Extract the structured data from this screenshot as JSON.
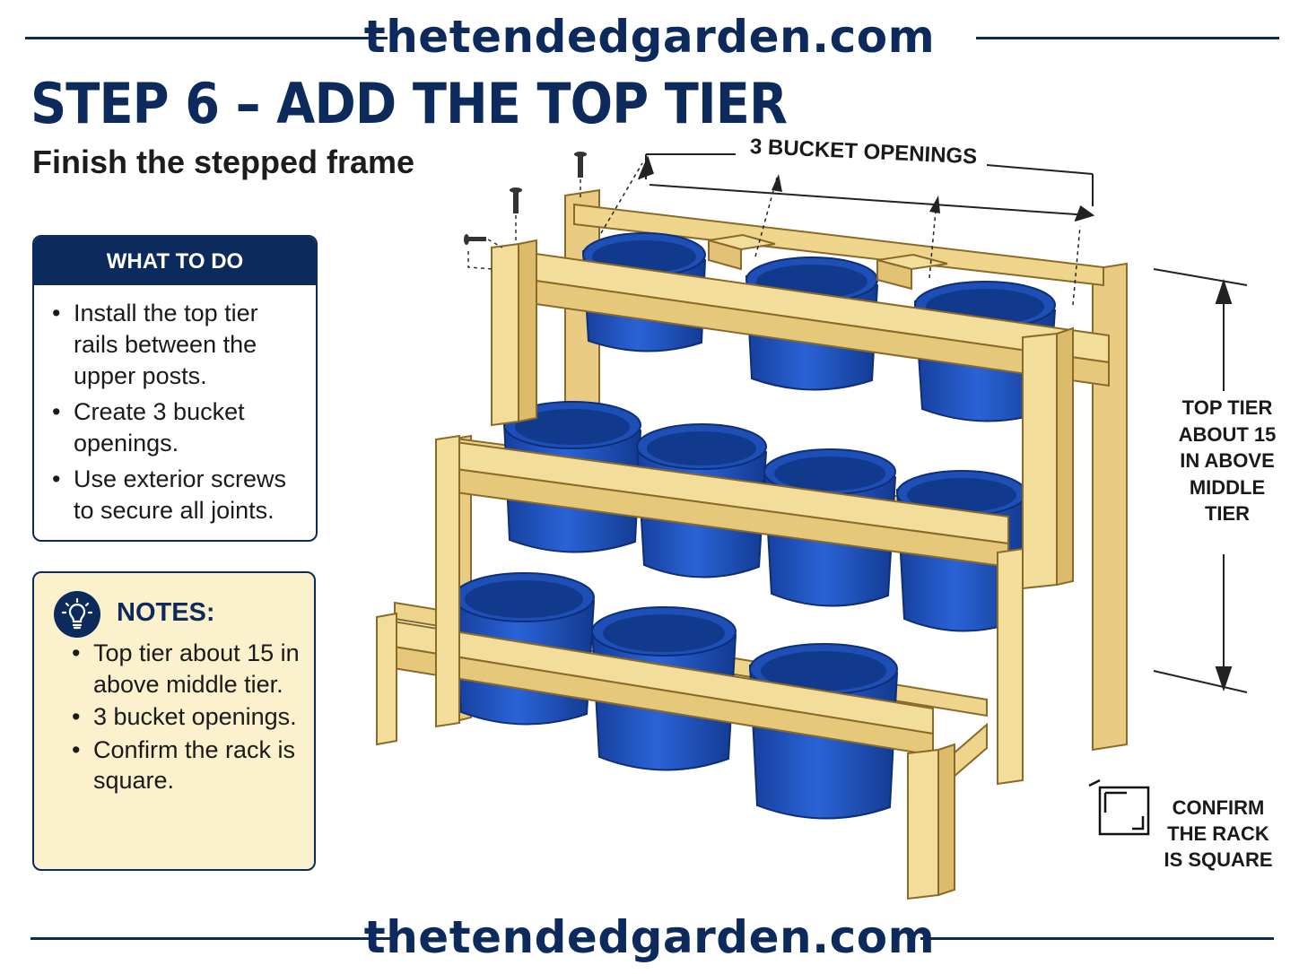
{
  "header": {
    "site": "thetendedgarden.com"
  },
  "title": "STEP 6 – ADD THE TOP TIER",
  "subtitle": "Finish the stepped frame",
  "todo": {
    "heading": "WHAT TO DO",
    "items": [
      "Install the top tier rails between the upper posts.",
      "Create 3 bucket openings.",
      "Use exterior screws to secure all joints."
    ]
  },
  "notes": {
    "heading": "NOTES:",
    "items": [
      "Top tier about 15 in above middle tier.",
      "3 bucket openings.",
      "Confirm the rack is square."
    ]
  },
  "diagram": {
    "openings_label": "3 BUCKET OPENINGS",
    "tier_label": "TOP TIER ABOUT 15 IN ABOVE MIDDLE TIER",
    "square_label": "CONFIRM THE RACK IS SQUARE"
  },
  "footer": {
    "site": "thetendedgarden.com"
  },
  "colors": {
    "navy": "#0d2a5c",
    "wood": "#efd58c",
    "bucket": "#1f55c4",
    "notes_bg": "#fbf1cc"
  },
  "icons": [
    "lightbulb-icon",
    "screw-icon",
    "dimension-arrow-icon",
    "square-corner-icon"
  ]
}
